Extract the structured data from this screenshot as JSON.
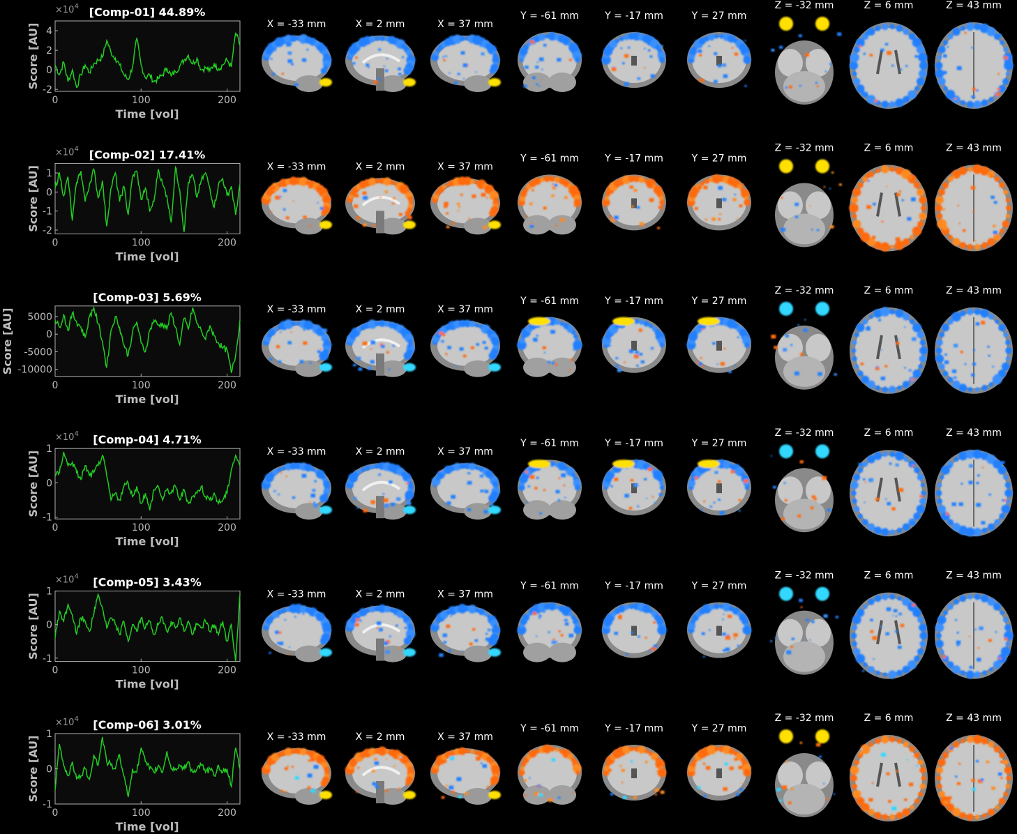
{
  "figure": {
    "xlabel": "Time [vol]",
    "ylabel": "Score [AU]",
    "slice_labels": {
      "sagittal": [
        "X = -33 mm",
        "X = 2 mm",
        "X = 37 mm"
      ],
      "coronal": [
        "Y = -61 mm",
        "Y = -17 mm",
        "Y = 27 mm"
      ],
      "axial": [
        "Z = -32 mm",
        "Z = 6 mm",
        "Z = 43 mm"
      ]
    },
    "colors": {
      "trace": "#22cc22",
      "positive": "#ff6a10",
      "positive_peak": "#ffe000",
      "negative": "#2080ff",
      "negative_peak": "#30d8ff",
      "brain": "#c8c8c8",
      "axes_bg": "#0b0b0b"
    }
  },
  "chart_data": [
    {
      "type": "line",
      "title": "[Comp-01] 44.89%",
      "xlabel": "Time [vol]",
      "ylabel": "Score [AU]",
      "exponent_label": "×10^4",
      "xlim": [
        0,
        215
      ],
      "ylim": [
        -2.2,
        5
      ],
      "xticks": [
        0,
        100,
        200
      ],
      "ytick_labels": [
        "4",
        "2",
        "0",
        "-2"
      ],
      "ytick_values": [
        4,
        2,
        0,
        -2
      ],
      "x": [
        0,
        5,
        10,
        15,
        20,
        25,
        30,
        35,
        40,
        45,
        50,
        55,
        60,
        65,
        70,
        75,
        80,
        85,
        90,
        95,
        100,
        105,
        110,
        115,
        120,
        125,
        130,
        135,
        140,
        145,
        150,
        155,
        160,
        165,
        170,
        175,
        180,
        185,
        190,
        195,
        200,
        205,
        210,
        215
      ],
      "y": [
        0.5,
        -0.5,
        0.8,
        -1.2,
        0.0,
        -1.8,
        -0.5,
        0.5,
        -0.3,
        0.6,
        1.0,
        1.3,
        3.0,
        1.8,
        1.2,
        0.5,
        -0.5,
        -1.0,
        0.3,
        3.2,
        0.5,
        -0.8,
        -0.5,
        -1.2,
        -0.9,
        -0.5,
        0.2,
        -0.6,
        -0.2,
        0.4,
        1.0,
        1.5,
        0.6,
        1.2,
        0.0,
        0.2,
        -0.1,
        0.6,
        0.1,
        0.5,
        1.0,
        0.3,
        3.8,
        2.5
      ]
    },
    {
      "type": "line",
      "title": "[Comp-02] 17.41%",
      "xlabel": "Time [vol]",
      "ylabel": "Score [AU]",
      "exponent_label": "×10^4",
      "xlim": [
        0,
        215
      ],
      "ylim": [
        -2.2,
        1.5
      ],
      "xticks": [
        0,
        100,
        200
      ],
      "ytick_labels": [
        "1",
        "0",
        "-1",
        "-2"
      ],
      "ytick_values": [
        1,
        0,
        -1,
        -2
      ],
      "x": [
        0,
        5,
        10,
        15,
        20,
        25,
        30,
        35,
        40,
        45,
        50,
        55,
        60,
        65,
        70,
        75,
        80,
        85,
        90,
        95,
        100,
        105,
        110,
        115,
        120,
        125,
        130,
        135,
        140,
        145,
        150,
        155,
        160,
        165,
        170,
        175,
        180,
        185,
        190,
        195,
        200,
        205,
        210,
        215
      ],
      "y": [
        0.2,
        1.0,
        -0.2,
        0.8,
        -1.5,
        0.5,
        1.1,
        -0.5,
        0.4,
        1.2,
        -0.3,
        0.6,
        -1.8,
        0.2,
        1.0,
        -0.5,
        0.3,
        -1.2,
        0.8,
        1.1,
        -0.4,
        0.2,
        -1.0,
        -0.5,
        1.2,
        0.4,
        -0.2,
        -1.6,
        1.3,
        0.1,
        -2.1,
        0.5,
        0.9,
        -0.3,
        0.6,
        1.0,
        0.2,
        -0.8,
        0.4,
        0.7,
        -0.2,
        0.3,
        -1.2,
        0.4
      ]
    },
    {
      "type": "line",
      "title": "[Comp-03] 5.69%",
      "xlabel": "Time [vol]",
      "ylabel": "Score [AU]",
      "exponent_label": "",
      "xlim": [
        0,
        215
      ],
      "ylim": [
        -12000,
        8000
      ],
      "xticks": [
        0,
        100,
        200
      ],
      "ytick_labels": [
        "5000",
        "0",
        "-5000",
        "-10000"
      ],
      "ytick_values": [
        5000,
        0,
        -5000,
        -10000
      ],
      "x": [
        0,
        5,
        10,
        15,
        20,
        25,
        30,
        35,
        40,
        45,
        50,
        55,
        60,
        65,
        70,
        75,
        80,
        85,
        90,
        95,
        100,
        105,
        110,
        115,
        120,
        125,
        130,
        135,
        140,
        145,
        150,
        155,
        160,
        165,
        170,
        175,
        180,
        185,
        190,
        195,
        200,
        205,
        210,
        215
      ],
      "y": [
        4000,
        2000,
        5500,
        1000,
        6000,
        3500,
        2000,
        -1000,
        5000,
        7500,
        3000,
        -2000,
        -9500,
        1000,
        5000,
        2000,
        -3000,
        -6000,
        500,
        3500,
        -2500,
        -5000,
        1000,
        4000,
        2500,
        3000,
        1500,
        6000,
        2000,
        -3000,
        4500,
        1500,
        7500,
        3000,
        1000,
        -1500,
        2500,
        -500,
        -2500,
        -4000,
        -4500,
        -11000,
        -6000,
        4000
      ]
    },
    {
      "type": "line",
      "title": "[Comp-04] 4.71%",
      "xlabel": "Time [vol]",
      "ylabel": "Score [AU]",
      "exponent_label": "×10^4",
      "xlim": [
        0,
        215
      ],
      "ylim": [
        -1.05,
        1.0
      ],
      "xticks": [
        0,
        100,
        200
      ],
      "ytick_labels": [
        "1",
        "0",
        "-1"
      ],
      "ytick_values": [
        1,
        0,
        -1
      ],
      "x": [
        0,
        5,
        10,
        15,
        20,
        25,
        30,
        35,
        40,
        45,
        50,
        55,
        60,
        65,
        70,
        75,
        80,
        85,
        90,
        95,
        100,
        105,
        110,
        115,
        120,
        125,
        130,
        135,
        140,
        145,
        150,
        155,
        160,
        165,
        170,
        175,
        180,
        185,
        190,
        195,
        200,
        205,
        210,
        215
      ],
      "y": [
        0.2,
        0.3,
        0.9,
        0.5,
        0.6,
        0.3,
        0.1,
        0.5,
        0.2,
        0.3,
        0.5,
        0.8,
        0.2,
        -0.5,
        -0.3,
        -0.5,
        -0.1,
        0.0,
        -0.4,
        -0.1,
        -0.6,
        -0.3,
        -0.8,
        -0.2,
        -0.1,
        -0.5,
        -0.2,
        -0.3,
        -0.1,
        -0.5,
        -0.2,
        -0.6,
        -0.4,
        -0.3,
        -0.1,
        -0.4,
        -0.5,
        -0.3,
        -0.6,
        -0.5,
        -0.3,
        0.4,
        0.8,
        0.5
      ]
    },
    {
      "type": "line",
      "title": "[Comp-05] 3.43%",
      "xlabel": "Time [vol]",
      "ylabel": "Score [AU]",
      "exponent_label": "×10^4",
      "xlim": [
        0,
        215
      ],
      "ylim": [
        -1.1,
        1.0
      ],
      "xticks": [
        0,
        100,
        200
      ],
      "ytick_labels": [
        "1",
        "0",
        "-1"
      ],
      "ytick_values": [
        1,
        0,
        -1
      ],
      "x": [
        0,
        5,
        10,
        15,
        20,
        25,
        30,
        35,
        40,
        45,
        50,
        55,
        60,
        65,
        70,
        75,
        80,
        85,
        90,
        95,
        100,
        105,
        110,
        115,
        120,
        125,
        130,
        135,
        140,
        145,
        150,
        155,
        160,
        165,
        170,
        175,
        180,
        185,
        190,
        195,
        200,
        205,
        210,
        215
      ],
      "y": [
        -0.4,
        0.4,
        0.1,
        0.6,
        0.3,
        -0.3,
        0.2,
        0.1,
        -0.2,
        0.3,
        0.9,
        0.5,
        -0.1,
        0.2,
        0.0,
        -0.3,
        0.1,
        -0.5,
        0.0,
        -0.2,
        0.2,
        -0.1,
        0.1,
        -0.3,
        0.0,
        0.2,
        -0.2,
        0.1,
        -0.1,
        0.2,
        -0.2,
        0.1,
        -0.3,
        0.0,
        -0.1,
        0.1,
        -0.2,
        0.0,
        -0.3,
        0.1,
        -0.5,
        0.0,
        -1.1,
        0.9
      ]
    },
    {
      "type": "line",
      "title": "[Comp-06] 3.01%",
      "xlabel": "Time [vol]",
      "ylabel": "Score [AU]",
      "exponent_label": "×10^4",
      "xlim": [
        0,
        215
      ],
      "ylim": [
        -1.0,
        1.0
      ],
      "xticks": [
        0,
        100,
        200
      ],
      "ytick_labels": [
        "1",
        "0",
        "-1"
      ],
      "ytick_values": [
        1,
        0,
        -1
      ],
      "x": [
        0,
        5,
        10,
        15,
        20,
        25,
        30,
        35,
        40,
        45,
        50,
        55,
        60,
        65,
        70,
        75,
        80,
        85,
        90,
        95,
        100,
        105,
        110,
        115,
        120,
        125,
        130,
        135,
        140,
        145,
        150,
        155,
        160,
        165,
        170,
        175,
        180,
        185,
        190,
        195,
        200,
        205,
        210,
        215
      ],
      "y": [
        -0.6,
        0.7,
        0.1,
        -0.2,
        0.2,
        -0.3,
        -0.2,
        0.0,
        -0.3,
        0.4,
        0.1,
        0.9,
        0.2,
        0.1,
        0.0,
        0.4,
        -0.2,
        -0.8,
        0.0,
        -0.1,
        0.6,
        0.2,
        0.0,
        -0.1,
        0.1,
        -0.1,
        0.5,
        0.0,
        0.0,
        0.1,
        0.0,
        0.2,
        -0.1,
        0.0,
        0.1,
        -0.1,
        0.0,
        -0.2,
        0.1,
        -0.1,
        0.0,
        -0.5,
        0.6,
        0.0
      ]
    }
  ]
}
